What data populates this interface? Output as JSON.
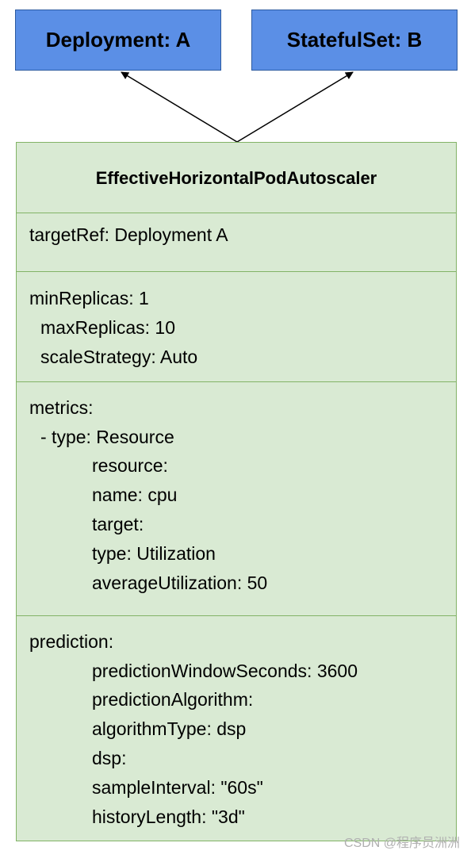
{
  "nodes": {
    "deployment_label": "Deployment: A",
    "statefulset_label": "StatefulSet: B"
  },
  "class_box": {
    "title": "EffectiveHorizontalPodAutoscaler",
    "target_ref": "targetRef: Deployment A",
    "replicas": [
      "minReplicas: 1",
      "maxReplicas: 10",
      "scaleStrategy: Auto"
    ],
    "metrics": [
      "metrics:",
      "- type: Resource",
      "resource:",
      "name: cpu",
      "target:",
      "type: Utilization",
      "averageUtilization: 50"
    ],
    "prediction": [
      "prediction:",
      "predictionWindowSeconds: 3600",
      "predictionAlgorithm:",
      "algorithmType: dsp",
      "dsp:",
      "sampleInterval: \"60s\"",
      "historyLength: \"3d\""
    ]
  },
  "watermark": "CSDN @程序员洲洲",
  "colors": {
    "node_fill": "#5b8fe6",
    "class_fill": "#d9ead3",
    "class_border": "#82b366"
  }
}
